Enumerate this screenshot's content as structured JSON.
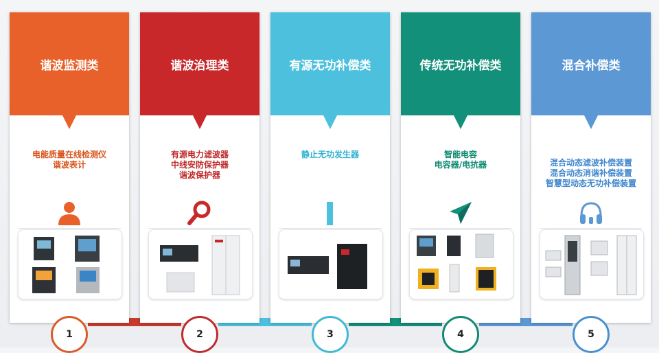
{
  "cards": [
    {
      "title": "谐波监测类",
      "lines": [
        "电能质量在线检测仪",
        "谐波表计"
      ],
      "icon": "person-icon",
      "number": "1",
      "color": "#e8612a",
      "text_color": "#d9541c",
      "ring_color": "#d85c2a"
    },
    {
      "title": "谐波治理类",
      "lines": [
        "有源电力滤波器",
        "中线安防保护器",
        "谐波保护器"
      ],
      "icon": "magnifier-icon",
      "number": "2",
      "color": "#c8282a",
      "text_color": "#c02a2a",
      "ring_color": "#bf2b2b"
    },
    {
      "title": "有源无功补偿类",
      "lines": [
        "静止无功发生器"
      ],
      "icon": "bar-icon",
      "number": "3",
      "color": "#4cc0dc",
      "text_color": "#2fb2d2",
      "ring_color": "#3fb9d6"
    },
    {
      "title": "传统无功补偿类",
      "lines": [
        "智能电容",
        "电容器/电抗器"
      ],
      "icon": "paper-plane-icon",
      "number": "4",
      "color": "#139079",
      "text_color": "#0f8a73",
      "ring_color": "#128a75"
    },
    {
      "title": "混合补偿类",
      "lines": [
        "混合动态滤波补偿装置",
        "混合动态消谐补偿装置",
        "智慧型动态无功补偿装置"
      ],
      "icon": "headphones-icon",
      "number": "5",
      "color": "#5b98d4",
      "text_color": "#3f86cc",
      "ring_color": "#4a8fd0"
    }
  ],
  "connector_colors": [
    "#c93a2e",
    "#4cc0dc",
    "#139079",
    "#5b98d4"
  ]
}
